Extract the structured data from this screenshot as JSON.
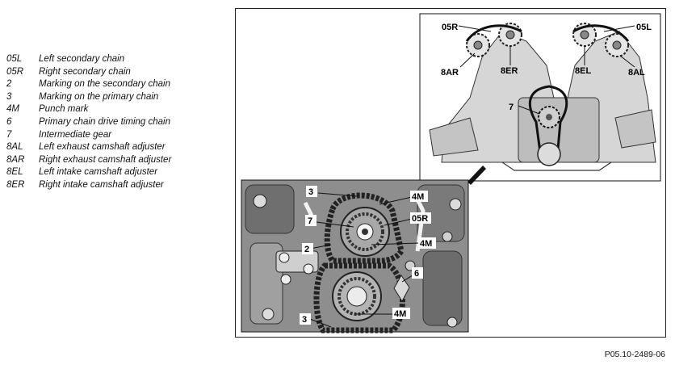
{
  "legend": [
    {
      "code": "05L",
      "desc": "Left secondary chain"
    },
    {
      "code": "05R",
      "desc": "Right secondary chain"
    },
    {
      "code": "2",
      "desc": "Marking on the secondary chain"
    },
    {
      "code": "3",
      "desc": "Marking on the primary chain"
    },
    {
      "code": "4M",
      "desc": "Punch mark"
    },
    {
      "code": "6",
      "desc": "Primary chain drive timing chain"
    },
    {
      "code": "7",
      "desc": "Intermediate gear"
    },
    {
      "code": "8AL",
      "desc": "Left exhaust camshaft adjuster"
    },
    {
      "code": "8AR",
      "desc": "Right exhaust camshaft adjuster"
    },
    {
      "code": "8EL",
      "desc": "Left intake camshaft adjuster"
    },
    {
      "code": "8ER",
      "desc": "Right intake camshaft adjuster"
    }
  ],
  "overview_labels": {
    "l05R": "05R",
    "l05L": "05L",
    "l8AR": "8AR",
    "l8ER": "8ER",
    "l8EL": "8EL",
    "l8AL": "8AL",
    "l7": "7"
  },
  "detail_labels": {
    "l3a": "3",
    "l4Ma": "4M",
    "l7": "7",
    "l05R": "05R",
    "l2": "2",
    "l4Mb": "4M",
    "l6": "6",
    "l4Mc": "4M",
    "l3b": "3"
  },
  "reference": "P05.10-2489-06"
}
